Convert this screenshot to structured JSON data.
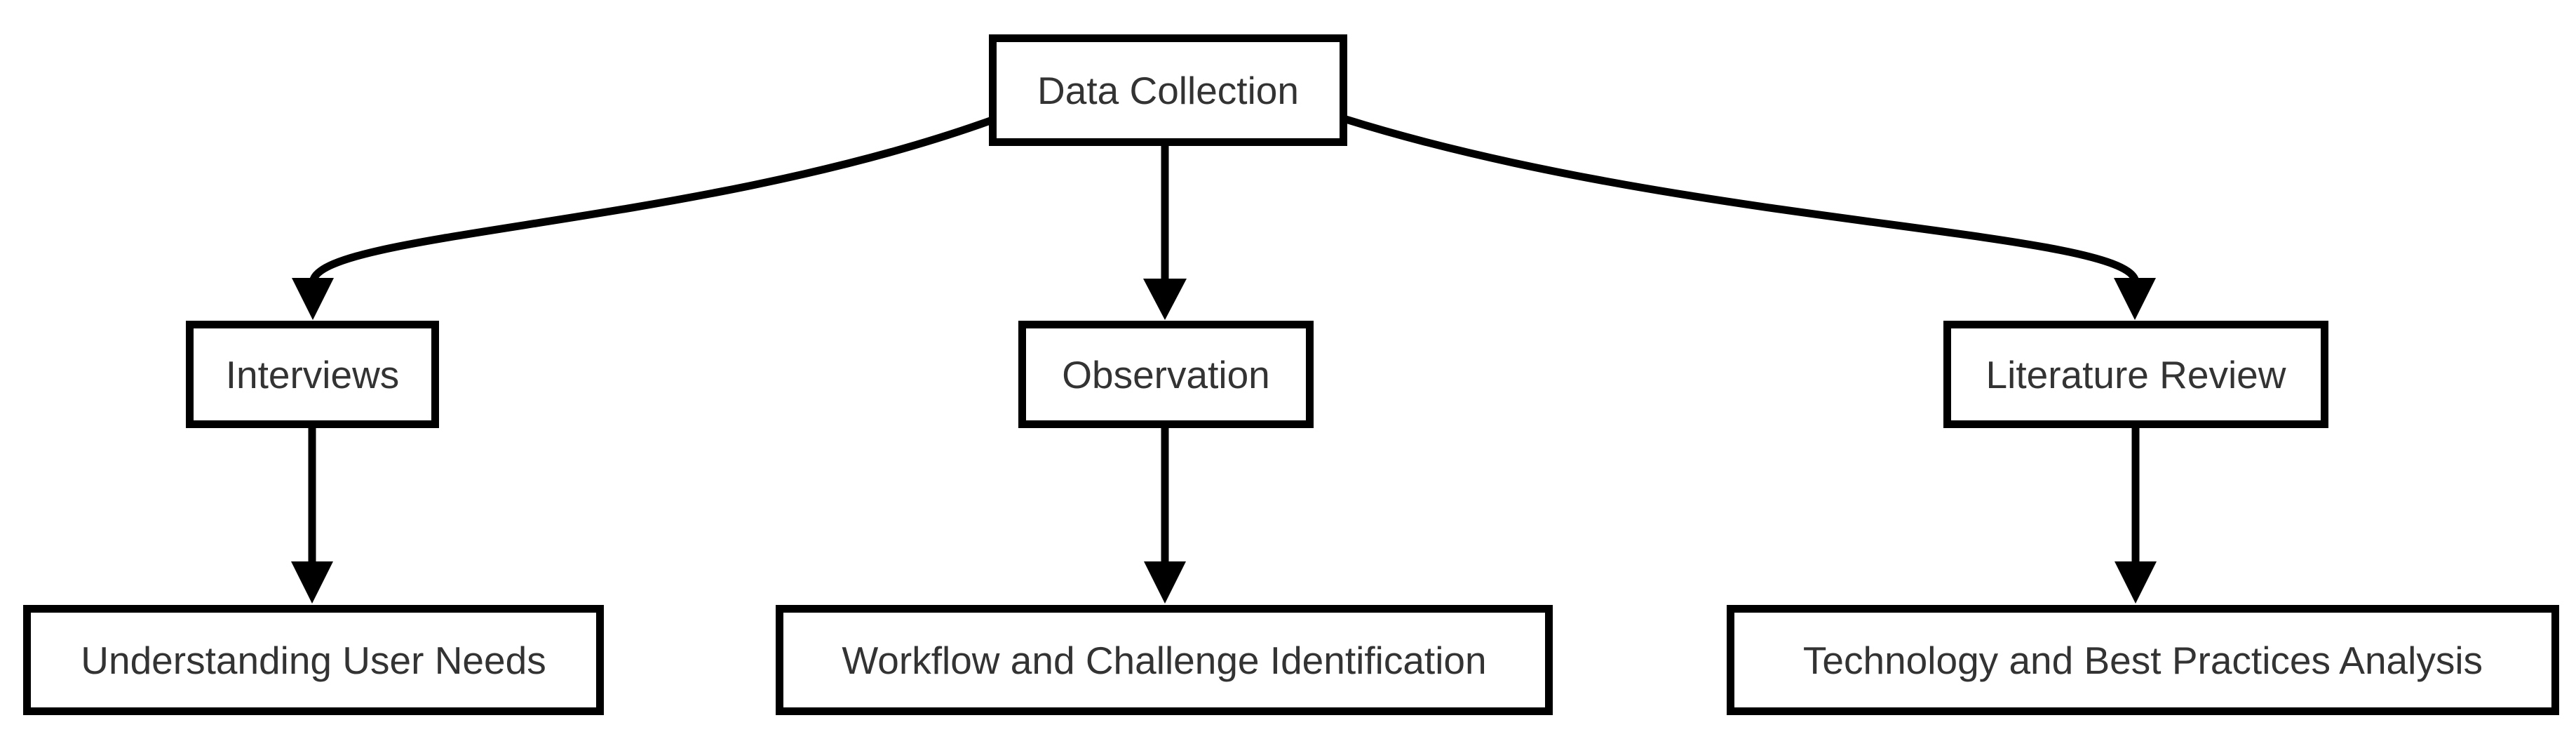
{
  "diagram": {
    "type": "flowchart",
    "direction": "top-down",
    "nodes": [
      {
        "id": "data-collection",
        "label": "Data Collection"
      },
      {
        "id": "interviews",
        "label": "Interviews"
      },
      {
        "id": "observation",
        "label": "Observation"
      },
      {
        "id": "literature-review",
        "label": "Literature Review"
      },
      {
        "id": "understanding-user-needs",
        "label": "Understanding User Needs"
      },
      {
        "id": "workflow-and-challenge-identification",
        "label": "Workflow and Challenge Identification"
      },
      {
        "id": "technology-and-best-practices-analysis",
        "label": "Technology and Best Practices Analysis"
      }
    ],
    "edges": [
      {
        "from": "data-collection",
        "to": "interviews",
        "style": "curved"
      },
      {
        "from": "data-collection",
        "to": "observation",
        "style": "straight"
      },
      {
        "from": "data-collection",
        "to": "literature-review",
        "style": "curved"
      },
      {
        "from": "interviews",
        "to": "understanding-user-needs",
        "style": "straight"
      },
      {
        "from": "observation",
        "to": "workflow-and-challenge-identification",
        "style": "straight"
      },
      {
        "from": "literature-review",
        "to": "technology-and-best-practices-analysis",
        "style": "straight"
      }
    ],
    "colors": {
      "background": "#ffffff",
      "node_fill": "#ffffff",
      "node_border": "#000000",
      "edge": "#000000",
      "text": "#333333"
    }
  }
}
